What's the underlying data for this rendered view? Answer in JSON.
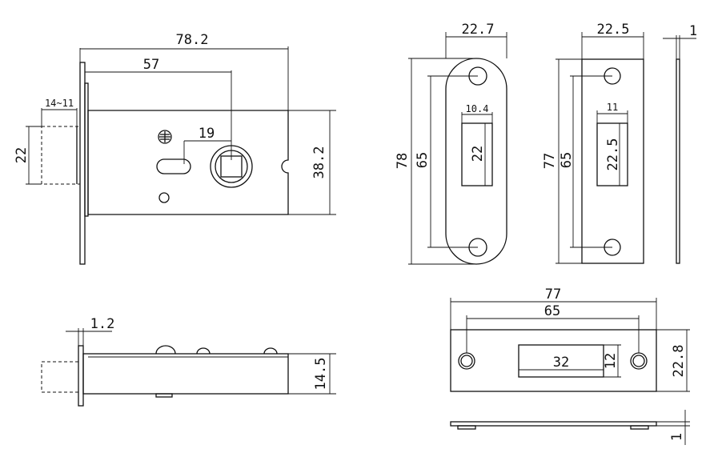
{
  "dimensions": {
    "front_overall_length": "78.2",
    "front_backset": "57",
    "front_spindle_offset": "19",
    "front_height": "38.2",
    "latch_throw": "14~11",
    "latch_height": "22",
    "side_faceplate_thickness": "1.2",
    "side_body_thickness": "14.5",
    "round_plate_width": "22.7",
    "round_plate_height": "78",
    "round_plate_hole_spacing": "65",
    "round_plate_slot_width": "10.4",
    "round_plate_slot_height": "22",
    "square_plate_width": "22.5",
    "square_plate_height": "77",
    "square_plate_hole_spacing": "65",
    "square_plate_slot_width": "11",
    "square_plate_slot_height": "22.5",
    "plate_thickness": "1",
    "strike_length": "77",
    "strike_hole_spacing": "65",
    "strike_slot_length": "32",
    "strike_slot_height": "12",
    "strike_height": "22.8",
    "strike_thickness": "1"
  }
}
